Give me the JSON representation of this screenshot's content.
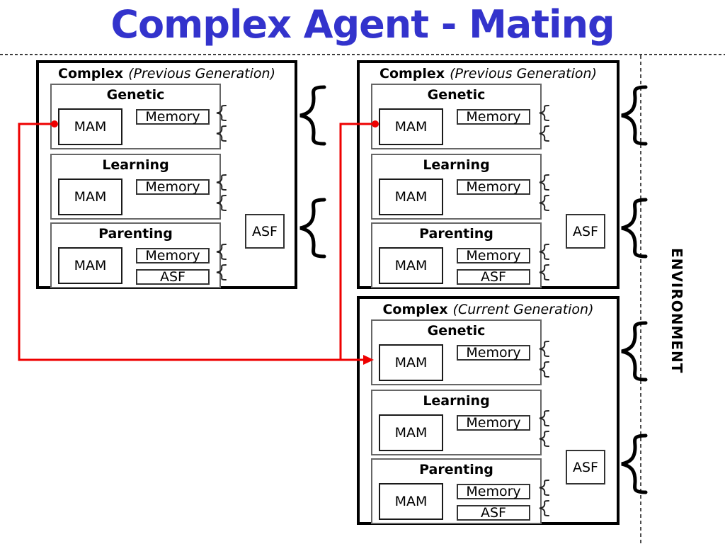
{
  "title": "Complex Agent - Mating",
  "environment_label": "ENVIRONMENT",
  "colors": {
    "title_blue": "#3333cc",
    "connector_red": "#ee0000",
    "box_border_black": "#000000",
    "section_border_gray": "#666666"
  },
  "complexes": [
    {
      "title_bold": "Complex",
      "title_italic": "(Previous Generation)",
      "asf_label": "ASF",
      "sections": [
        {
          "name": "Genetic",
          "mam": "MAM",
          "memory": "Memory"
        },
        {
          "name": "Learning",
          "mam": "MAM",
          "memory": "Memory"
        },
        {
          "name": "Parenting",
          "mam": "MAM",
          "memory": "Memory",
          "asf": "ASF"
        }
      ]
    },
    {
      "title_bold": "Complex",
      "title_italic": "(Previous Generation)",
      "asf_label": "ASF",
      "sections": [
        {
          "name": "Genetic",
          "mam": "MAM",
          "memory": "Memory"
        },
        {
          "name": "Learning",
          "mam": "MAM",
          "memory": "Memory"
        },
        {
          "name": "Parenting",
          "mam": "MAM",
          "memory": "Memory",
          "asf": "ASF"
        }
      ]
    },
    {
      "title_bold": "Complex",
      "title_italic": "(Current Generation)",
      "asf_label": "ASF",
      "sections": [
        {
          "name": "Genetic",
          "mam": "MAM",
          "memory": "Memory"
        },
        {
          "name": "Learning",
          "mam": "MAM",
          "memory": "Memory"
        },
        {
          "name": "Parenting",
          "mam": "MAM",
          "memory": "Memory",
          "asf": "ASF"
        }
      ]
    }
  ]
}
